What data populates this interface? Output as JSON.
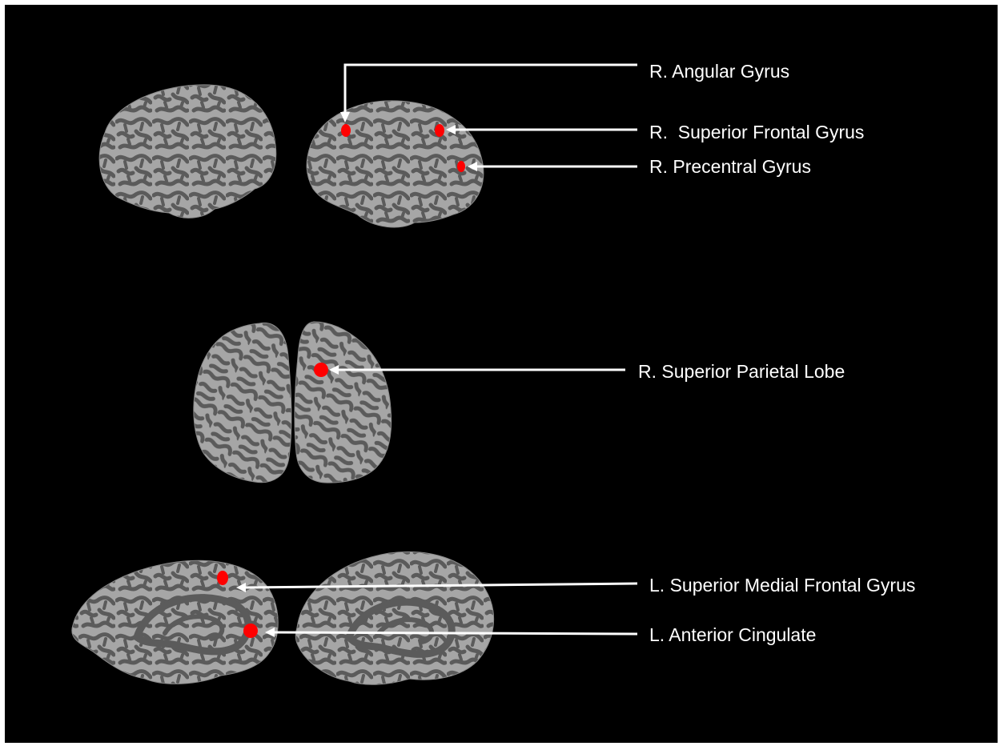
{
  "colors": {
    "background": "#000000",
    "cortex_gyri": "#a6a6a6",
    "cortex_sulci": "#5b5b5b",
    "activation": "#ff0000",
    "annotation": "#ffffff"
  },
  "panels": [
    {
      "view": "lateral",
      "hemispheres": [
        "left",
        "right"
      ]
    },
    {
      "view": "superior",
      "hemispheres": [
        "left",
        "right"
      ]
    },
    {
      "view": "medial",
      "hemispheres": [
        "left",
        "right"
      ]
    }
  ],
  "annotations": [
    {
      "id": "angular",
      "label": "R. Angular Gyrus"
    },
    {
      "id": "sfg",
      "label": "R.  Superior Frontal Gyrus"
    },
    {
      "id": "precentral",
      "label": "R. Precentral Gyrus"
    },
    {
      "id": "spl",
      "label": "R. Superior Parietal Lobe"
    },
    {
      "id": "smfg",
      "label": "L. Superior Medial Frontal Gyrus"
    },
    {
      "id": "acc",
      "label": "L. Anterior Cingulate"
    }
  ]
}
